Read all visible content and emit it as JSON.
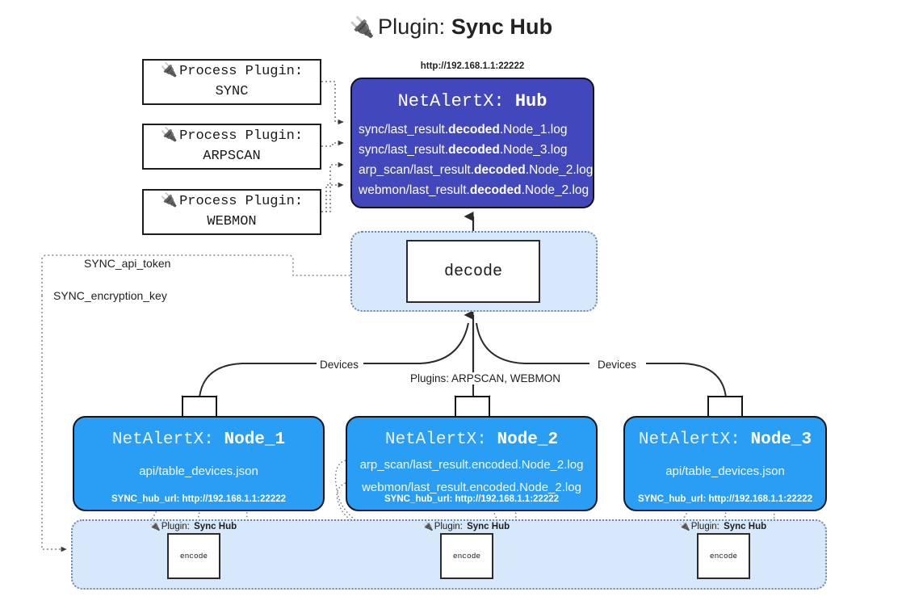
{
  "page": {
    "title_prefix": "Plugin:",
    "title_name": "Sync Hub",
    "plug_icon": "🔌"
  },
  "process_plugins": [
    {
      "line1": "Process Plugin:",
      "line2": "SYNC",
      "icon": "plug-icon"
    },
    {
      "line1": "Process Plugin:",
      "line2": "ARPSCAN",
      "icon": "plug-icon"
    },
    {
      "line1": "Process Plugin:",
      "line2": "WEBMON",
      "icon": "plug-icon"
    }
  ],
  "hub": {
    "url": "http://192.168.1.1:22222",
    "title_prefix": "NetAlertX:",
    "title_name": "Hub",
    "logs": [
      {
        "pre": "sync/last_result.",
        "mid": "decoded",
        "post": ".Node_1.log"
      },
      {
        "pre": "sync/last_result.",
        "mid": "decoded",
        "post": ".Node_3.log"
      },
      {
        "pre": "arp_scan/last_result.",
        "mid": "decoded",
        "post": ".Node_2.log"
      },
      {
        "pre": "webmon/last_result.",
        "mid": "decoded",
        "post": ".Node_2.log"
      }
    ]
  },
  "decode": {
    "label": "decode"
  },
  "tokens": {
    "api_token": "SYNC_api_token",
    "encryption_key": "SYNC_encryption_key"
  },
  "connectors": {
    "devices_left": "Devices",
    "devices_right": "Devices",
    "plugins_middle": "Plugins: ARPSCAN, WEBMON"
  },
  "nodes": [
    {
      "title_prefix": "NetAlertX:",
      "title_name": "Node_1",
      "lines": [
        "api/table_devices.json"
      ],
      "footer": "SYNC_hub_url: http://192.168.1.1:22222"
    },
    {
      "title_prefix": "NetAlertX:",
      "title_name": "Node_2",
      "lines": [
        "arp_scan/last_result.encoded.Node_2.log",
        "webmon/last_result.encoded.Node_2.log"
      ],
      "footer": "SYNC_hub_url: http://192.168.1.1:22222"
    },
    {
      "title_prefix": "NetAlertX:",
      "title_name": "Node_3",
      "lines": [
        "api/table_devices.json"
      ],
      "footer": "SYNC_hub_url: http://192.168.1.1:22222"
    }
  ],
  "encoders": [
    {
      "tag_prefix": "Plugin:",
      "tag_name": "Sync Hub",
      "label": "encode"
    },
    {
      "tag_prefix": "Plugin:",
      "tag_name": "Sync Hub",
      "label": "encode"
    },
    {
      "tag_prefix": "Plugin:",
      "tag_name": "Sync Hub",
      "label": "encode"
    }
  ],
  "colors": {
    "hub": "#4248bb",
    "node": "#2a9df4",
    "container": "#d6e8fa",
    "stroke": "#2b2b2b"
  }
}
